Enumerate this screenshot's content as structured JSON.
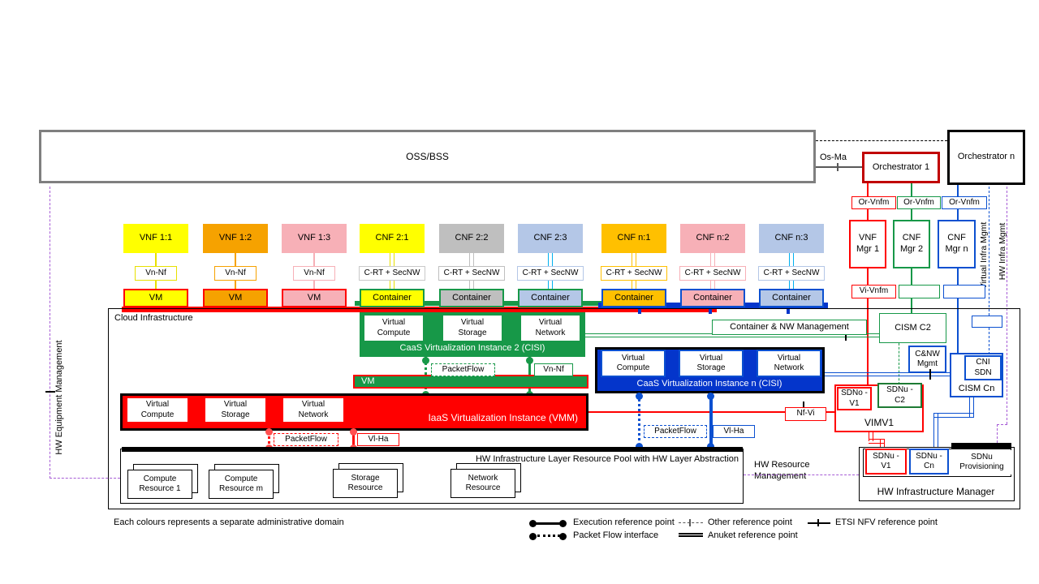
{
  "colors": {
    "red": "#FF0000",
    "dark_red": "#C00000",
    "green": "#179848",
    "blue_fill": "#0435CB",
    "blue_line": "#0B50D0",
    "gray_border": "#7F7F7F",
    "purple": "#A65CD6",
    "cyan": "#00B0F0",
    "yellow": "#FFFF00",
    "orange": "#F6A200",
    "gold": "#FFC000",
    "pink": "#F7B0B7",
    "gray": "#BFBFBF",
    "light_blue": "#B4C7E7"
  },
  "oss": {
    "label": "OSS/BSS"
  },
  "top_right": {
    "os_ma": "Os-Ma",
    "orchestrator_1": "Orchestrator 1",
    "orchestrator_n": "Orchestrator n",
    "or_vnfm_1": "Or-Vnfm",
    "or_vnfm_2": "Or-Vnfm",
    "or_vnfm_3": "Or-Vnfm",
    "vnf_mgr_1": "VNF Mgr 1",
    "cnf_mgr_2": "CNF Mgr 2",
    "cnf_mgr_n": "CNF Mgr n",
    "vi_vnfm": "Vi-Vnfm"
  },
  "columns": [
    {
      "name": "VNF 1:1",
      "fill": "#FFFF00",
      "line": "#E8E000",
      "mid": "Vn-Nf",
      "mid_border": "#E8E000",
      "host": "VM",
      "host_fill": "#FFFF00",
      "host_border": "#FF0000"
    },
    {
      "name": "VNF 1:2",
      "fill": "#F6A200",
      "line": "#F6A200",
      "mid": "Vn-Nf",
      "mid_border": "#F6A200",
      "host": "VM",
      "host_fill": "#F6A200",
      "host_border": "#FF0000"
    },
    {
      "name": "VNF 1:3",
      "fill": "#F7B0B7",
      "line": "#F7B0B7",
      "mid": "Vn-Nf",
      "mid_border": "#F7B0B7",
      "host": "VM",
      "host_fill": "#F7B0B7",
      "host_border": "#FF0000"
    },
    {
      "name": "CNF 2:1",
      "fill": "#FFFF00",
      "line": "#E8E000",
      "mid": "C-RT + SecNW",
      "mid_border": "#C9C9C9",
      "host": "Container",
      "host_fill": "#FFFF00",
      "host_border": "#179848"
    },
    {
      "name": "CNF 2:2",
      "fill": "#BFBFBF",
      "line": "#BFBFBF",
      "mid": "C-RT + SecNW",
      "mid_border": "#BFBFBF",
      "host": "Container",
      "host_fill": "#BFBFBF",
      "host_border": "#179848"
    },
    {
      "name": "CNF 2:3",
      "fill": "#B4C7E7",
      "line": "#00B0F0",
      "mid": "C-RT + SecNW",
      "mid_border": "#B4C7E7",
      "host": "Container",
      "host_fill": "#B4C7E7",
      "host_border": "#179848"
    },
    {
      "name": "CNF n:1",
      "fill": "#FFC000",
      "line": "#FFC000",
      "mid": "C-RT + SecNW",
      "mid_border": "#FFC000",
      "host": "Container",
      "host_fill": "#FFC000",
      "host_border": "#0B50D0"
    },
    {
      "name": "CNF n:2",
      "fill": "#F7B0B7",
      "line": "#F7B0B7",
      "mid": "C-RT + SecNW",
      "mid_border": "#F7B0B7",
      "host": "Container",
      "host_fill": "#F7B0B7",
      "host_border": "#0B50D0"
    },
    {
      "name": "CNF n:3",
      "fill": "#B4C7E7",
      "line": "#00B0F0",
      "mid": "C-RT + SecNW",
      "mid_border": "#B4C7E7",
      "host": "Container",
      "host_fill": "#B4C7E7",
      "host_border": "#0B50D0"
    }
  ],
  "cloud": {
    "label": "Cloud  Infrastructure"
  },
  "caas2": {
    "title": "CaaS Virtualization Instance 2 (CISI)",
    "components": [
      "Virtual Compute",
      "Virtual Storage",
      "Virtual Network"
    ]
  },
  "caasn": {
    "title": "CaaS Virtualization Instance n (CISI)",
    "components": [
      "Virtual Compute",
      "Virtual Storage",
      "Virtual Network"
    ]
  },
  "iaas": {
    "title": "IaaS Virtualization Instance (VMM)",
    "vm_label": "VM",
    "components": [
      "Virtual Compute",
      "Virtual Storage",
      "Virtual Network"
    ]
  },
  "iface": {
    "packetflow": "PacketFlow",
    "vn_nf": "Vn-Nf",
    "vl_ha": "Vl-Ha",
    "nf_vi": "Nf-Vi"
  },
  "mgmt": {
    "container_nw": "Container & NW  Management",
    "cism_c2": "CISM C2",
    "cnw_mgmt": "C&NW Mgmt",
    "cni_sdn": "CNI SDN",
    "cism_cn": "CISM Cn",
    "vimv1": "VIMV1",
    "sdno_v1": "SDNo -V1",
    "sdnu_c2": "SDNu -C2",
    "sdnu_v1": "SDNu -V1",
    "sdnu_cn": "SDNu -Cn",
    "sdnu_prov": "SDNu Provisioning",
    "hw_mgr": "HW Infrastructure Manager"
  },
  "hw_pool": {
    "title": "HW Infrastructure Layer Resource Pool with HW Layer Abstraction",
    "resources": [
      "Compute Resource 1",
      "Compute Resource m",
      "Storage Resource",
      "Network Resource"
    ],
    "mgmt": "HW Resource Management"
  },
  "side": {
    "hw_equipment": "HW Equipment Management",
    "virtual_infra": "Virtual Infra Mgmt",
    "hw_infra": "HW Infra Mgmt"
  },
  "legend": {
    "footnote": "Each colours represents a separate administrative domain",
    "execution": "Execution reference point",
    "packet_flow": "Packet Flow interface",
    "other": "Other reference point",
    "anuket": "Anuket reference point",
    "etsi": "ETSI NFV reference point"
  }
}
